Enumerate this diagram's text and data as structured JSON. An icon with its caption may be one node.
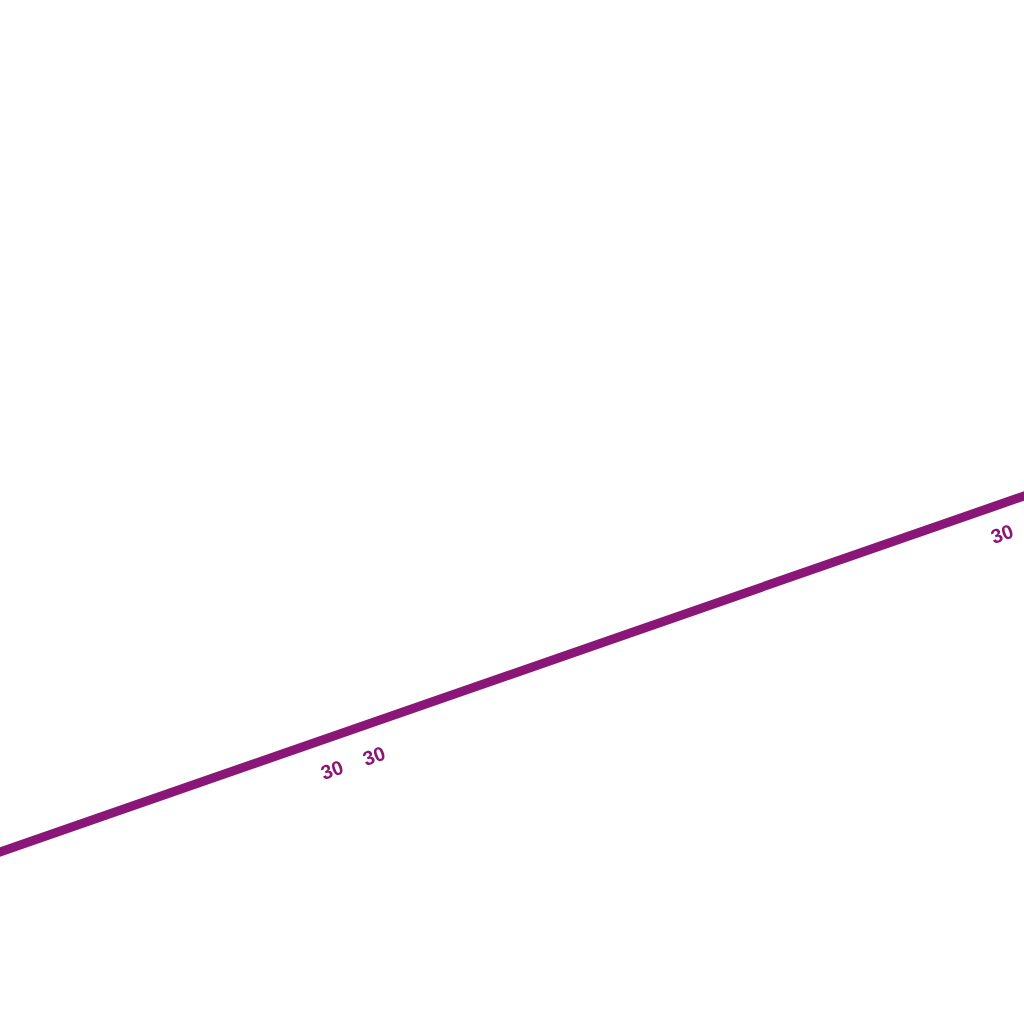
{
  "diagram": {
    "labels": [
      "30",
      "30",
      "30"
    ]
  }
}
